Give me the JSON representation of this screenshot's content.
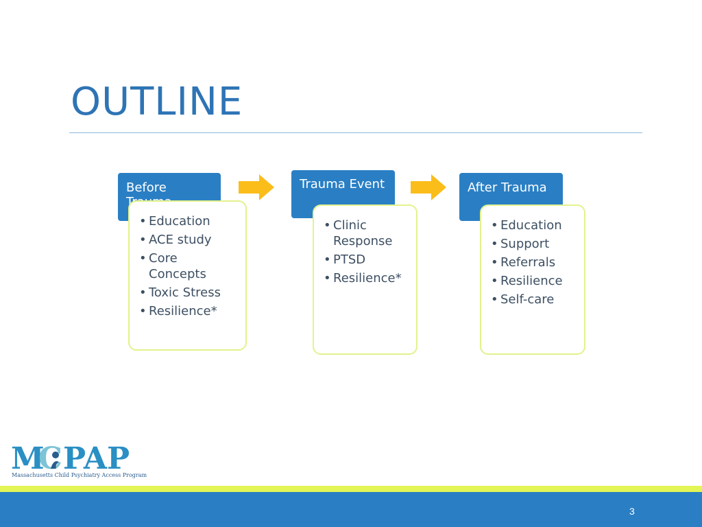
{
  "slide": {
    "title": "OUTLINE",
    "page_number": "3"
  },
  "columns": [
    {
      "heading": "Before Trauma",
      "items": [
        "Education",
        "ACE study",
        "Core Concepts",
        "Toxic Stress",
        "Resilience*"
      ]
    },
    {
      "heading": "Trauma Event",
      "items": [
        "Clinic Response",
        "PTSD",
        "Resilience*"
      ]
    },
    {
      "heading": "After Trauma",
      "items": [
        "Education",
        "Support",
        "Referrals",
        "Resilience",
        "Self-care"
      ]
    }
  ],
  "logo": {
    "tagline": "Massachusetts Child Psychiatry Access Program"
  },
  "colors": {
    "accent_blue": "#2a7fc4",
    "arrow": "#fbbd1a",
    "lime": "#e3f455",
    "title": "#2e74b5"
  },
  "icons": [
    "right-arrow-icon",
    "right-arrow-icon",
    "mcpap-logo"
  ]
}
